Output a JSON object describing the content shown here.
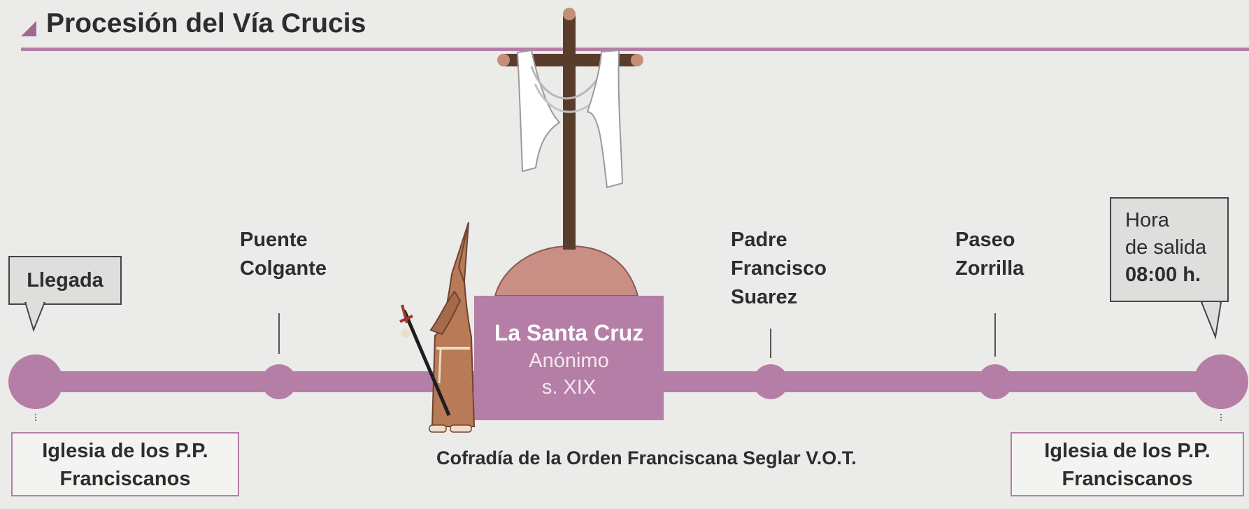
{
  "header": {
    "title": "Procesión del Vía Crucis"
  },
  "route": {
    "start": {
      "callout": "Llegada",
      "church": [
        "Iglesia de los P.P.",
        "Franciscanos"
      ]
    },
    "stops": [
      {
        "lines": [
          "Puente",
          "Colgante"
        ]
      },
      {
        "lines": [
          "Padre",
          "Francisco",
          "Suarez"
        ]
      },
      {
        "lines": [
          "Paseo",
          "Zorrilla"
        ]
      }
    ],
    "end": {
      "callout": [
        "Hora",
        "de salida",
        "08:00 h."
      ],
      "church": [
        "Iglesia de los P.P.",
        "Franciscanos"
      ]
    }
  },
  "paso": {
    "name": "La Santa Cruz",
    "author": "Anónimo",
    "century": "s. XIX"
  },
  "brotherhood": "Cofradía de la Orden Franciscana Seglar V.O.T.",
  "colors": {
    "accent": "#b57ea6",
    "background": "#ebebe9",
    "cross_wood": "#5a3c2d",
    "robe": "#b87a57",
    "cloth": "#ffffff"
  }
}
